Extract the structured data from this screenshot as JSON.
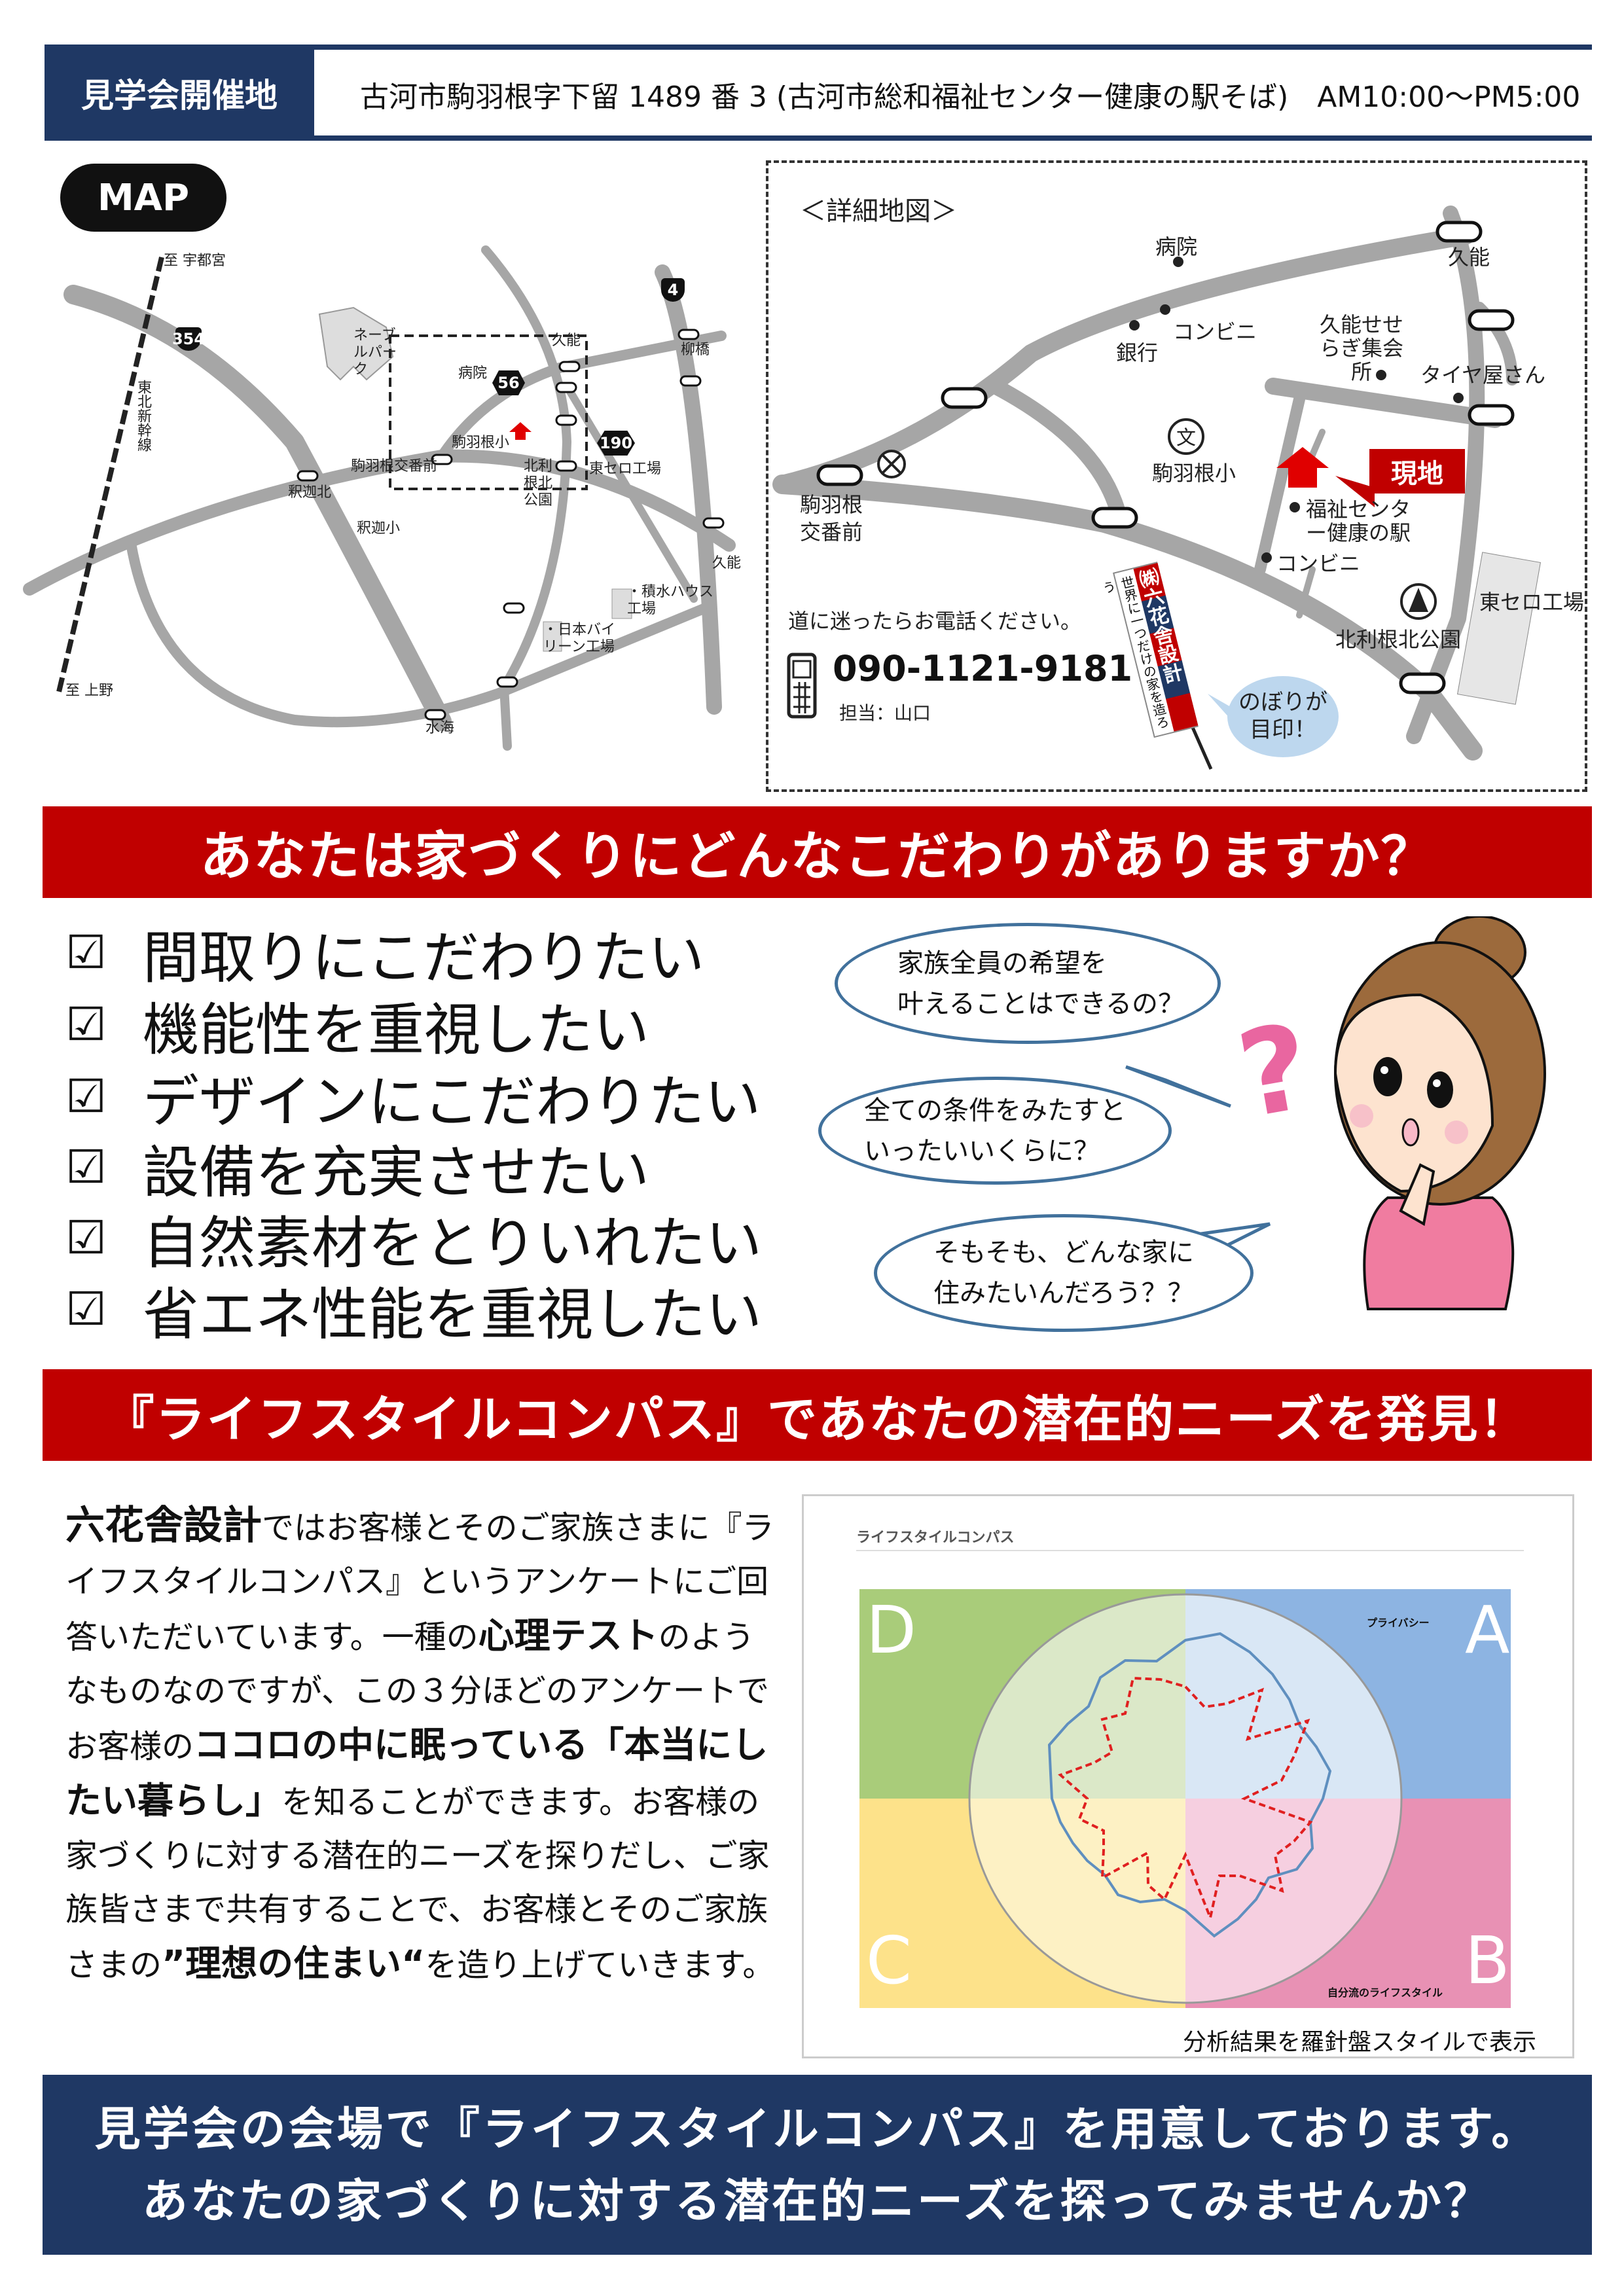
{
  "header": {
    "label": "見学会開催地",
    "address": "古河市駒羽根字下留 1489 番 3 (古河市総和福祉センター健康の駅そば)　AM10:00〜PM5:00"
  },
  "map": {
    "pill": "MAP",
    "overview_labels": [
      "至 宇都宮",
      "東北新幹線",
      "ネーブルパーク",
      "病院",
      "久能",
      "柳橋",
      "東セロ工場",
      "駒羽根小",
      "駒羽根交番前",
      "北利根北公園",
      "釈迦北",
      "釈迦小",
      "久能",
      "・積水ハウス工場",
      "・日本バイリーン工場",
      "水海",
      "至 上野"
    ],
    "routes": [
      "354",
      "56",
      "4",
      "190"
    ],
    "detail": {
      "title": "＜詳細地図＞",
      "labels": [
        "病院",
        "久能",
        "コンビニ",
        "銀行",
        "久能せせらぎ集会所",
        "タイヤ屋さん",
        "駒羽根小",
        "福祉センター健康の駅",
        "コンビニ",
        "駒羽根交番前",
        "東セロ工場",
        "北利根北公園"
      ],
      "here": "現地",
      "call_prompt": "道に迷ったらお電話ください。",
      "phone": "090-1121-9181",
      "contact": "担当：山口",
      "flag_company": "㈱六花舎設計",
      "flag_slogan": "世界に一つだけの家を造ろう",
      "flag_bubble": "のぼりが目印！"
    },
    "colors": {
      "road": "#a6a6a6",
      "here": "#e00000"
    }
  },
  "banner1": "あなたは家づくりにどんなこだわりがありますか？",
  "checklist": {
    "mark": "☑",
    "items": [
      "間取りにこだわりたい",
      "機能性を重視したい",
      "デザインにこだわりたい",
      "設備を充実させたい",
      "自然素材をとりいれたい",
      "省エネ性能を重視したい"
    ]
  },
  "bubbles": [
    "家族全員の希望を\n叶えることはできるの？",
    "全ての条件をみたすと\nいったいいくらに？",
    "そもそも、どんな家に\n住みたいんだろう？？"
  ],
  "banner2": "『ライフスタイルコンパス』であなたの潜在的ニーズを発見！",
  "paragraph": {
    "s1": "六花舎設計",
    "s2": "ではお客様とそのご家族さまに『ライフスタイルコンパス』というアンケートにご回答いただいています。一種の",
    "s3": "心理テスト",
    "s4": "のようなものなのですが、この３分ほどのアンケートでお客様の",
    "s5": "ココロの中に眠っている「本当にしたい暮らし」",
    "s6": "を知ることができます。お客様の家づくりに対する潜在的ニーズを探りだし、ご家族皆さまで共有することで、お客様とそのご家族さまの",
    "s7": "”理想の住まい“",
    "s8": "を造り上げていきます。"
  },
  "compass": {
    "title": "ライフスタイルコンパス",
    "quadrants": [
      "A",
      "B",
      "C",
      "D"
    ],
    "a_label": "プライバシー",
    "b_label": "自分流のライフスタイル",
    "caption": "分析結果を羅針盤スタイルで表示",
    "colors": {
      "A": "#8db4e2",
      "B": "#e891b4",
      "C": "#fde28a",
      "D": "#a9cc7a"
    }
  },
  "bottom": {
    "line1": "見学会の会場で『ライフスタイルコンパス』を用意しております。",
    "line2": "あなたの家づくりに対する潜在的ニーズを探ってみませんか？"
  }
}
